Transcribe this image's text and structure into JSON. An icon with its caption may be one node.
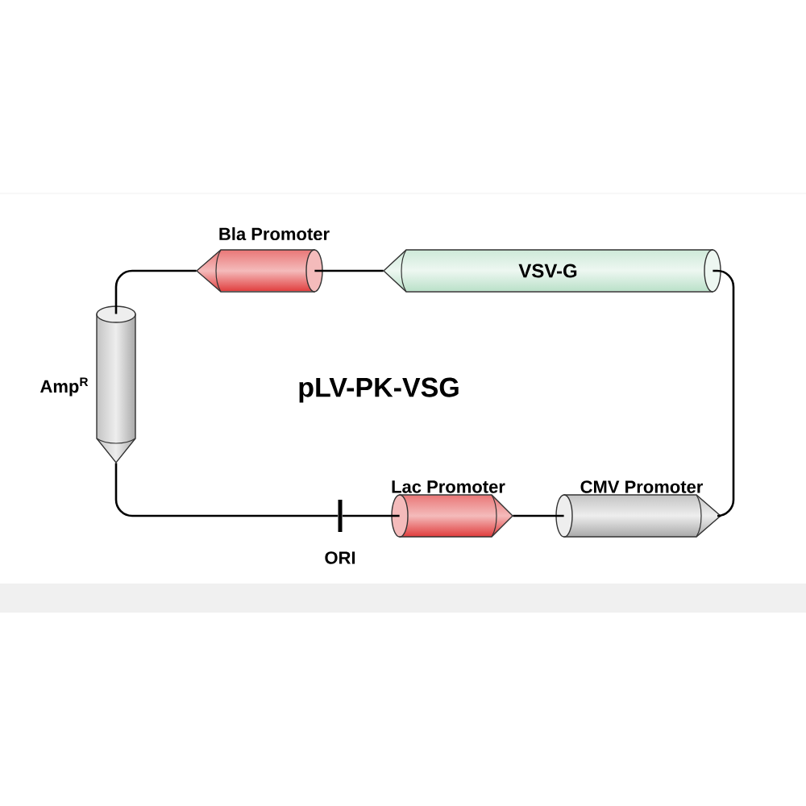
{
  "diagram": {
    "title": "pLV-PK-VSG",
    "nodes": [
      {
        "text": [
          "Bla Promoter"
        ]
      },
      {
        "text": [
          "VSV-G"
        ]
      },
      {
        "text": [
          "Amp$^{R}$"
        ]
      },
      {
        "text": [
          "Lac Promoter"
        ]
      },
      {
        "text": [
          "CMV Promoter"
        ]
      },
      {
        "text": [
          "ORI"
        ]
      }
    ],
    "edges": [
      {
        "from": 2,
        "to": 0,
        "arrow": "none"
      },
      {
        "from": 0,
        "to": 1,
        "arrow": "none"
      },
      {
        "from": 1,
        "to": 4,
        "arrow": "none"
      },
      {
        "from": 4,
        "to": 3,
        "arrow": "none"
      },
      {
        "from": 3,
        "to": 5,
        "arrow": "none"
      },
      {
        "from": 5,
        "to": 2,
        "arrow": "none"
      }
    ]
  }
}
